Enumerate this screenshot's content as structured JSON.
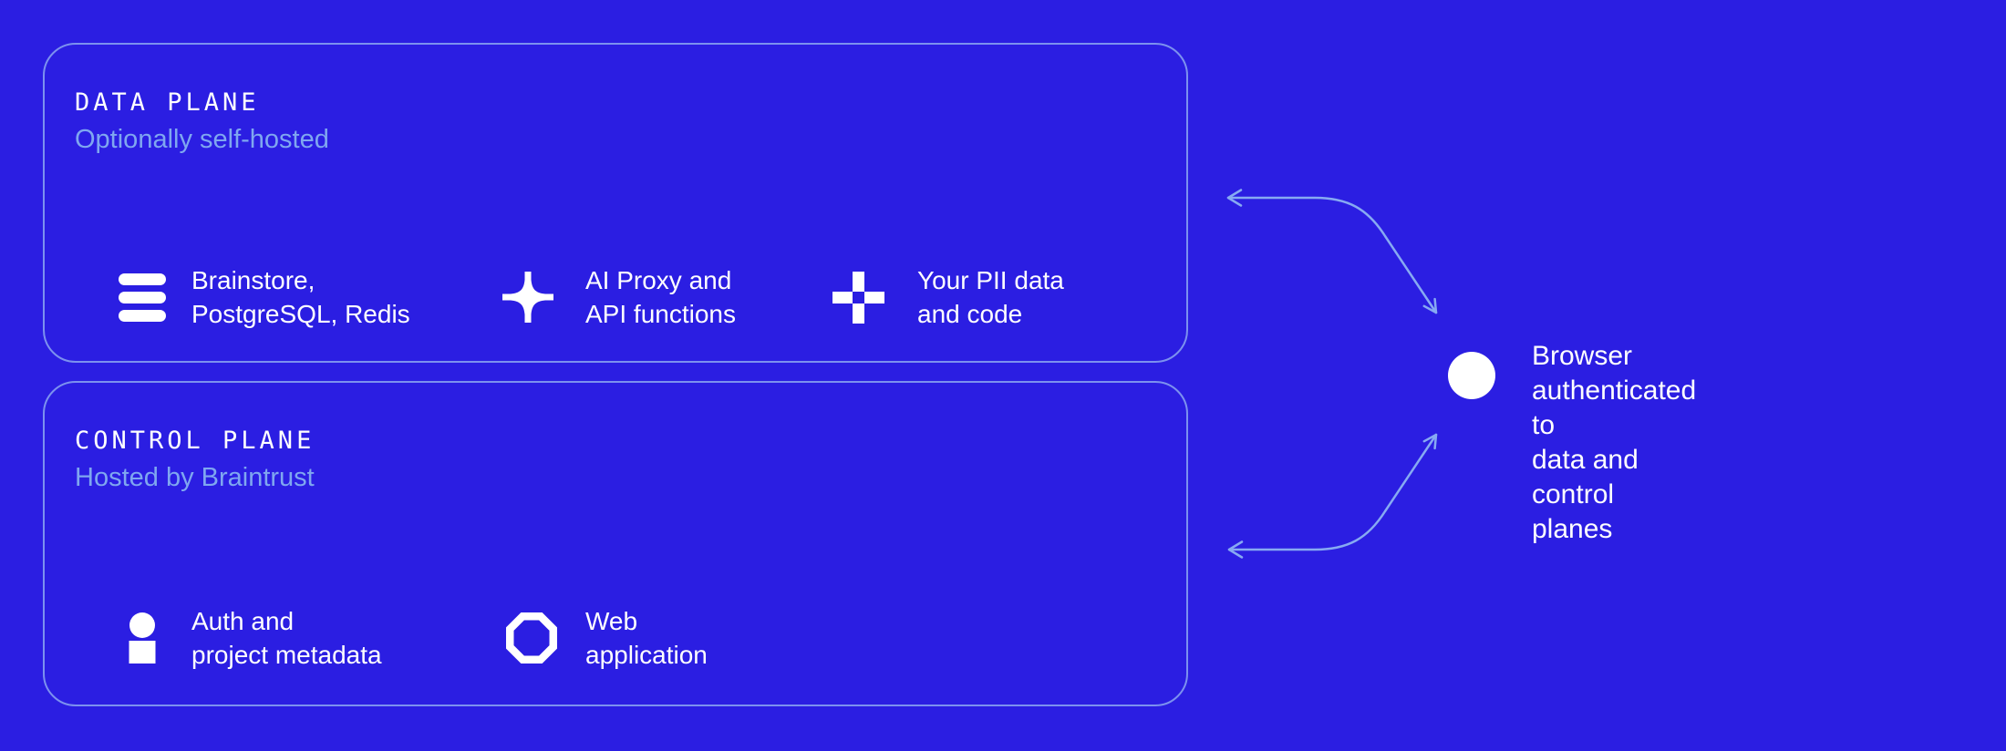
{
  "palette": {
    "background": "#2B1EE2",
    "box_border": "#8BA6F1",
    "subtitle_text": "#7FA7F0",
    "arrow": "#87AAF2",
    "text": "#FFFFFF"
  },
  "data_plane": {
    "title": "DATA PLANE",
    "subtitle": "Optionally self-hosted",
    "items": [
      {
        "icon": "database-stack-icon",
        "label": "Brainstore,\nPostgreSQL, Redis"
      },
      {
        "icon": "sparkle-icon",
        "label": "AI Proxy and\nAPI functions"
      },
      {
        "icon": "plus-icon",
        "label": "Your PII data\nand code"
      }
    ]
  },
  "control_plane": {
    "title": "CONTROL PLANE",
    "subtitle": "Hosted by Braintrust",
    "items": [
      {
        "icon": "person-icon",
        "label": "Auth and\nproject metadata"
      },
      {
        "icon": "octagon-icon",
        "label": "Web\napplication"
      }
    ]
  },
  "browser": {
    "icon": "browser-dot-icon",
    "label": "Browser authenticated to\ndata and control planes"
  }
}
